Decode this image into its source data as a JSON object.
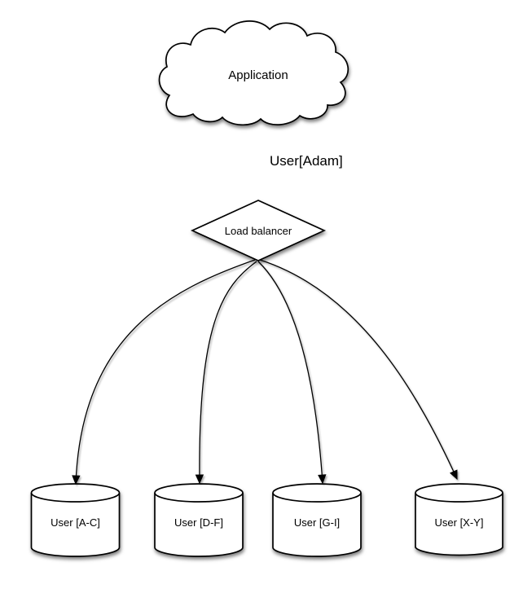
{
  "diagram": {
    "background_color": "#ffffff",
    "node_fill_color": "#ffffff",
    "node_stroke_color": "#000000",
    "text_color": "#000000",
    "nodes": [
      {
        "id": "application",
        "shape": "cloud",
        "label": "Application"
      },
      {
        "id": "load-balancer",
        "shape": "diamond",
        "label": "Load balancer"
      },
      {
        "id": "db-a-c",
        "shape": "cylinder",
        "label": "User [A-C]"
      },
      {
        "id": "db-d-f",
        "shape": "cylinder",
        "label": "User [D-F]"
      },
      {
        "id": "db-g-i",
        "shape": "cylinder",
        "label": "User [G-I]"
      },
      {
        "id": "db-x-y",
        "shape": "cylinder",
        "label": "User [X-Y]"
      }
    ],
    "edges": [
      {
        "from": "application",
        "to": "load-balancer",
        "label": "User[Adam]"
      },
      {
        "from": "load-balancer",
        "to": "db-a-c",
        "label": ""
      },
      {
        "from": "load-balancer",
        "to": "db-d-f",
        "label": ""
      },
      {
        "from": "load-balancer",
        "to": "db-g-i",
        "label": ""
      },
      {
        "from": "load-balancer",
        "to": "db-x-y",
        "label": ""
      }
    ]
  }
}
